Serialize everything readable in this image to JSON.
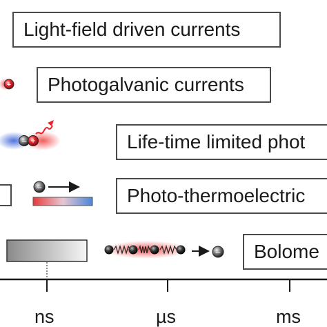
{
  "mechanisms": [
    {
      "label": "Light-field driven currents"
    },
    {
      "label": "Photogalvanic currents"
    },
    {
      "label": "Life-time limited phot"
    },
    {
      "label": "Photo-thermoelectric"
    },
    {
      "label": "Bolome"
    }
  ],
  "time_axis": {
    "ticks": [
      "ns",
      "µs",
      "ms"
    ]
  },
  "symbols": {
    "hole": "+",
    "electron": "–"
  },
  "colors": {
    "hole_red": "#e8232c",
    "electron_blue": "#2e55c8",
    "frame_gray": "#4a4a4a"
  }
}
